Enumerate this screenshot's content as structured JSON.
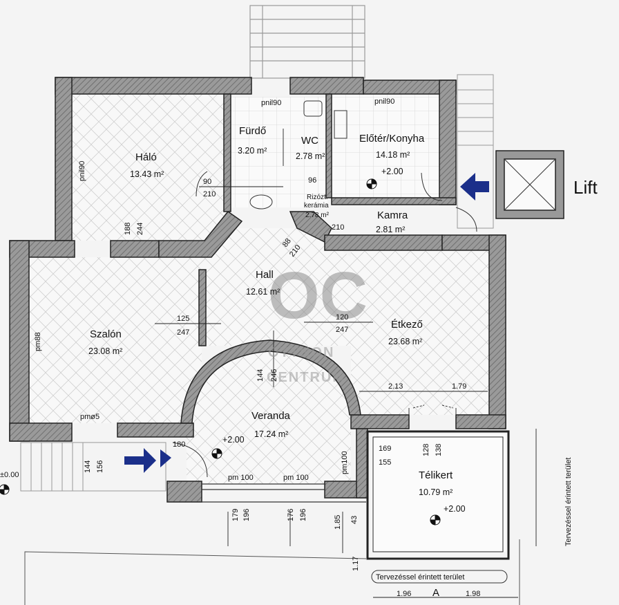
{
  "rooms": {
    "halo": {
      "name": "Háló",
      "area": "13.43 m²"
    },
    "furdo": {
      "name": "Fürdő",
      "area": "3.20 m²"
    },
    "wc": {
      "name": "WC",
      "area": "2.78 m²"
    },
    "eloter": {
      "name": "Előtér/Konyha",
      "area": "14.18 m²",
      "level": "+2.00"
    },
    "kamra": {
      "name": "Kamra",
      "area": "2.81 m²"
    },
    "hall": {
      "name": "Hall",
      "area": "12.61 m²"
    },
    "szalon": {
      "name": "Szalón",
      "area": "23.08 m²"
    },
    "etkezo": {
      "name": "Étkező",
      "area": "23.68 m²"
    },
    "veranda": {
      "name": "Veranda",
      "area": "17.24 m²",
      "level": "+2.00"
    },
    "telikert": {
      "name": "Télikert",
      "area": "10.79 m²",
      "level": "+2.00"
    }
  },
  "labels": {
    "lift": "Lift",
    "ceramic_line1": "Rizózt.",
    "ceramic_line2": "kerámia",
    "ceramic_area": "2.78 m²",
    "ground_level": "±0.00",
    "affected_area": "Tervezéssel érintett terület",
    "section_mark": "A"
  },
  "dims": {
    "pnil90_bath": "pnil90",
    "pnil90_kitchen": "pnil90",
    "pnil90_bedroom": "pnil90",
    "d90": "90",
    "d210a": "210",
    "d96": "96",
    "d210b": "210",
    "d188": "188",
    "d244": "244",
    "d88": "88",
    "d210c": "210",
    "d125": "125",
    "d247a": "247",
    "d120": "120",
    "d247b": "247",
    "pm88": "pm88",
    "d144": "144",
    "d246": "246",
    "d213": "2.13",
    "d179": "1.79",
    "pm_szalon": "pmø5",
    "d180": "180",
    "d144b": "144",
    "d156": "156",
    "pm100a": "pm 100",
    "pm100b": "pm 100",
    "pm100c": "pm100",
    "d169": "169",
    "d155": "155",
    "d128": "128",
    "d138": "138",
    "d179b": "179",
    "d196a": "196",
    "d176": "176",
    "d196b": "196",
    "d185": "1.85",
    "d43": "43",
    "d117": "1.17",
    "d196c": "1.96",
    "d198": "1.98"
  },
  "watermark": {
    "logo": "OC",
    "line1": "OTTHON",
    "line2": "CENTRUM"
  },
  "colors": {
    "wall": "#8d8d8d",
    "wall_outline": "#222222",
    "arrow": "#1b2f8a",
    "floor": "#f7f7f7"
  }
}
